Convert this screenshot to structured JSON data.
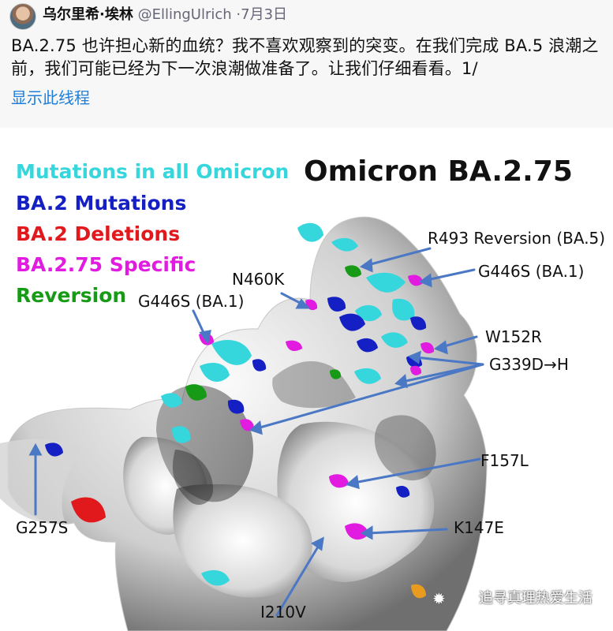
{
  "tweet": {
    "author": "乌尔里希·埃林",
    "handle": "@EllingUlrich",
    "date": "·7月3日",
    "text": "BA.2.75 也许担心新的血统？我不喜欢观察到的突变。在我们完成 BA.5 浪潮之前，我们可能已经为下一次浪潮做准备了。让我们仔细看看。1/",
    "thread_link": "显示此线程"
  },
  "figure": {
    "title": "Omicron BA.2.75",
    "legend": [
      {
        "label": "Mutations in all Omicron",
        "color": "#35d6dc"
      },
      {
        "label": "BA.2 Mutations",
        "color": "#1520c4"
      },
      {
        "label": "BA.2 Deletions",
        "color": "#e1191c"
      },
      {
        "label": "BA.2.75 Specific",
        "color": "#e11ce0"
      },
      {
        "label": "Reversion",
        "color": "#179b16"
      }
    ],
    "labels": {
      "r493": "R493 Reversion (BA.5)",
      "g446s_right": "G446S (BA.1)",
      "n460k": "N460K",
      "g446s_left": "G446S (BA.1)",
      "w152r": "W152R",
      "g339d": "G339D→H",
      "f157l": "F157L",
      "k147e": "K147E",
      "g257s": "G257S",
      "i210v": "I210V"
    },
    "arrow_color": "#4b78c4"
  },
  "watermark": {
    "text": "追寻真理热爱生活",
    "icon": "wechat-icon"
  }
}
